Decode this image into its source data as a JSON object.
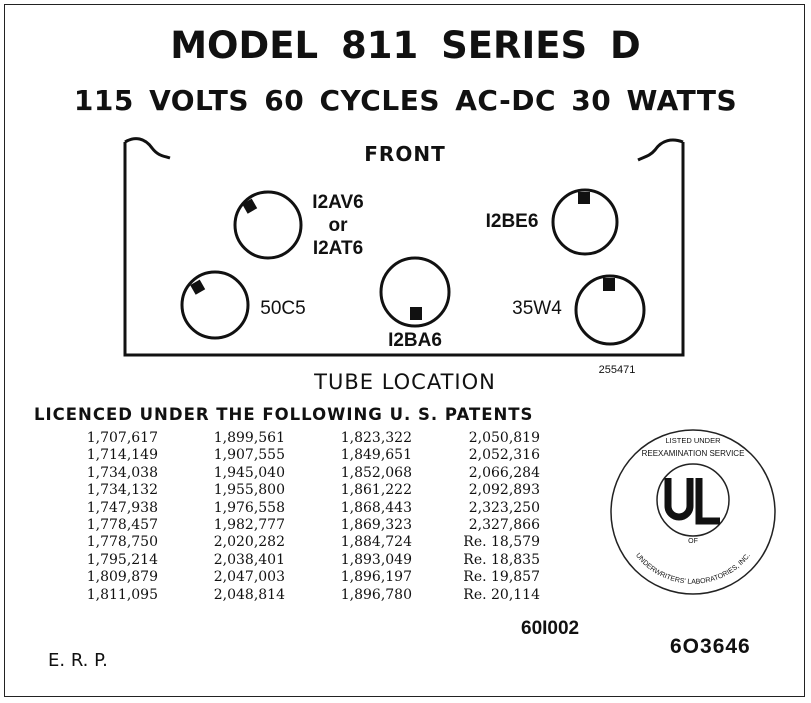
{
  "title": "MODEL 811   SERIES  D",
  "subtitle": "115 VOLTS 60 CYCLES AC-DC 30 WATTS",
  "diagram": {
    "front_label": "FRONT",
    "bottom_label": "TUBE LOCATION",
    "part_number": "255471",
    "tubes": [
      {
        "label_lines": [
          "I2AV6",
          "or",
          "I2AT6"
        ]
      },
      {
        "label": "I2BE6"
      },
      {
        "label": "50C5"
      },
      {
        "label": "I2BA6"
      },
      {
        "label": "35W4"
      }
    ]
  },
  "patents": {
    "heading": "LICENCED UNDER THE FOLLOWING U. S. PATENTS",
    "columns": [
      [
        "1,707,617",
        "1,714,149",
        "1,734,038",
        "1,734,132",
        "1,747,938",
        "1,778,457",
        "1,778,750",
        "1,795,214",
        "1,809,879",
        "1,811,095"
      ],
      [
        "1,899,561",
        "1,907,555",
        "1,945,040",
        "1,955,800",
        "1,976,558",
        "1,982,777",
        "2,020,282",
        "2,038,401",
        "2,047,003",
        "2,048,814"
      ],
      [
        "1,823,322",
        "1,849,651",
        "1,852,068",
        "1,861,222",
        "1,868,443",
        "1,869,323",
        "1,884,724",
        "1,893,049",
        "1,896,197",
        "1,896,780"
      ],
      [
        "2,050,819",
        "2,052,316",
        "2,066,284",
        "2,092,893",
        "2,323,250",
        "2,327,866",
        "Re. 18,579",
        "Re. 18,835",
        "Re. 19,857",
        "Re. 20,114"
      ]
    ]
  },
  "ul_seal": {
    "top_small": "LISTED UNDER",
    "top": "REEXAMINATION SERVICE",
    "bottom": "UNDERWRITERS' LABORATORIES, INC.",
    "of": "OF",
    "logo": "UL"
  },
  "codes": {
    "code1": "60I002",
    "code2": "6O3646",
    "initials": "E. R. P."
  }
}
